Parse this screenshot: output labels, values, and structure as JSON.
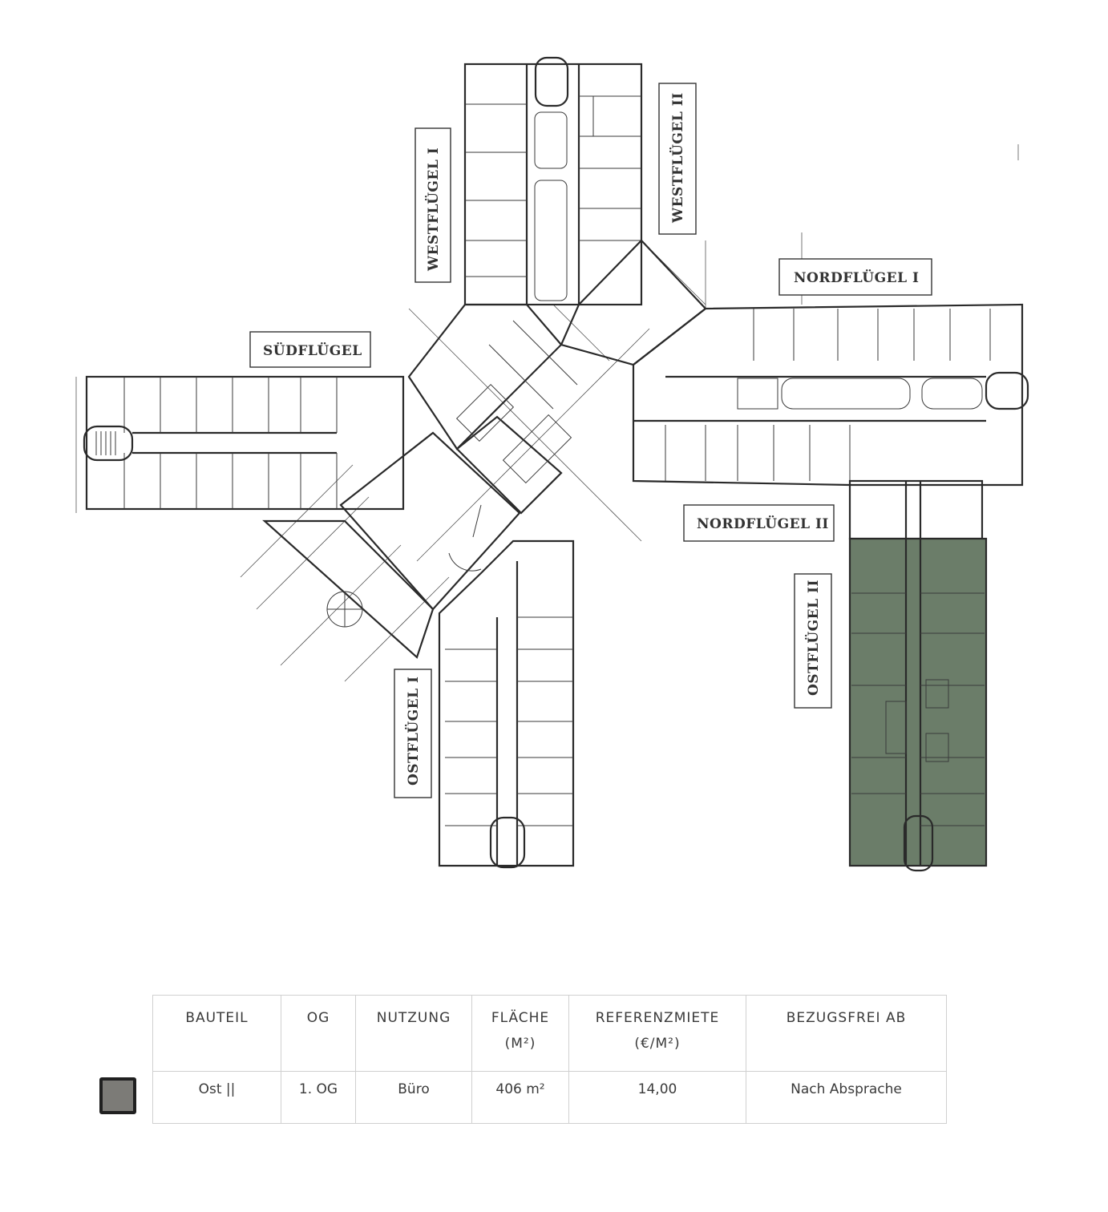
{
  "wings": {
    "westfluegel_1": "WESTFLÜGEL I",
    "westfluegel_2": "WESTFLÜGEL II",
    "nordfluegel_1": "NORDFLÜGEL I",
    "nordfluegel_2": "NORDFLÜGEL II",
    "suedfluegel": "SÜDFLÜGEL",
    "ostfluegel_1": "OSTFLÜGEL I",
    "ostfluegel_2": "OSTFLÜGEL II"
  },
  "highlight_color": "#6b7d69",
  "legend_color": "#7c7b77",
  "table": {
    "headers": {
      "bauteil": "BAUTEIL",
      "og": "OG",
      "nutzung": "NUTZUNG",
      "flaeche_1": "FLÄCHE",
      "flaeche_2": "(M²)",
      "miete_1": "REFERENZMIETE",
      "miete_2": "(€/M²)",
      "bezug": "BEZUGSFREI AB"
    },
    "rows": [
      {
        "bauteil": "Ost ||",
        "og": "1. OG",
        "nutzung": "Büro",
        "flaeche": "406 m²",
        "miete": "14,00",
        "bezug": "Nach Absprache"
      }
    ]
  }
}
